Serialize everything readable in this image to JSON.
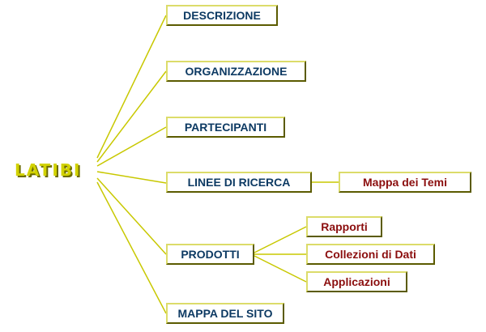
{
  "root": {
    "label": "LATIBI"
  },
  "menu": [
    {
      "id": "descrizione",
      "label": "DESCRIZIONE"
    },
    {
      "id": "organizzazione",
      "label": "ORGANIZZAZIONE"
    },
    {
      "id": "partecipanti",
      "label": "PARTECIPANTI"
    },
    {
      "id": "linee-di-ricerca",
      "label": "LINEE DI RICERCA"
    },
    {
      "id": "prodotti",
      "label": "PRODOTTI"
    },
    {
      "id": "mappa-del-sito",
      "label": "MAPPA DEL SITO"
    }
  ],
  "linee_children": [
    {
      "id": "mappa-dei-temi",
      "label": "Mappa dei Temi"
    }
  ],
  "prodotti_children": [
    {
      "id": "rapporti",
      "label": "Rapporti"
    },
    {
      "id": "collezioni-di-dati",
      "label": "Collezioni di Dati"
    },
    {
      "id": "applicazioni",
      "label": "Applicazioni"
    }
  ],
  "colors": {
    "root": "#d2d200",
    "connector": "#c8c800",
    "main_text": "#0d3a63",
    "sub_text": "#8b0e0e"
  }
}
